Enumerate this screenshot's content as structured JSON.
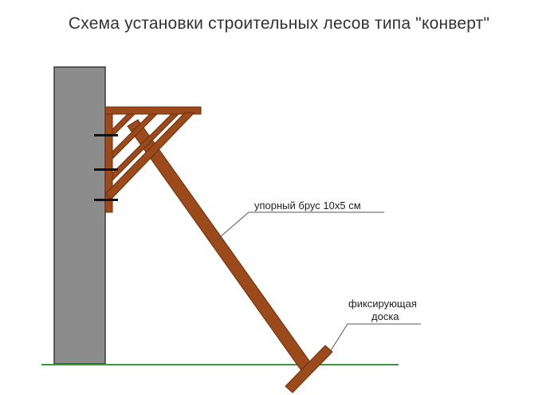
{
  "title": "Схема установки строительных лесов типа \"конверт\"",
  "labels": {
    "brace": "упорный брус 10x5 см",
    "fixing_board_line1": "фиксирующая",
    "fixing_board_line2": "доска"
  },
  "colors": {
    "wall": "#8c8c8c",
    "wall_outline": "#3a3a3a",
    "wood": "#9b4a1c",
    "wood_outline": "#6b2f0e",
    "ground": "#3c9a3c",
    "bolts": "#111111",
    "leader": "#555555"
  }
}
